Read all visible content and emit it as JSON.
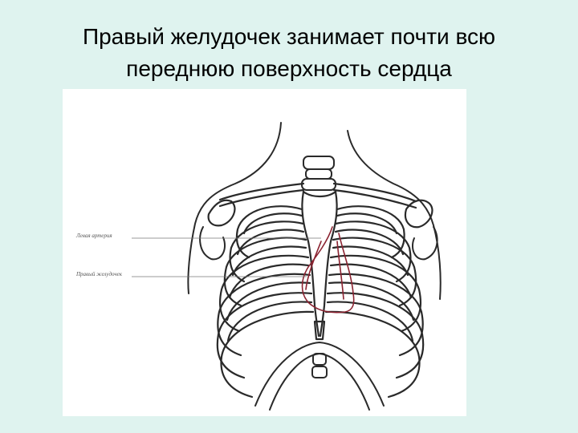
{
  "slide": {
    "title_line1": "Правый желудочек занимает почти всю",
    "title_line2": "переднюю поверхность сердца"
  },
  "figure": {
    "callout_aorta": "Левая артерия",
    "callout_ventricle": "Правый желудочек",
    "colors": {
      "line": "#2a2a2a",
      "heart": "#8b2331",
      "background": "#dff3ef"
    }
  }
}
